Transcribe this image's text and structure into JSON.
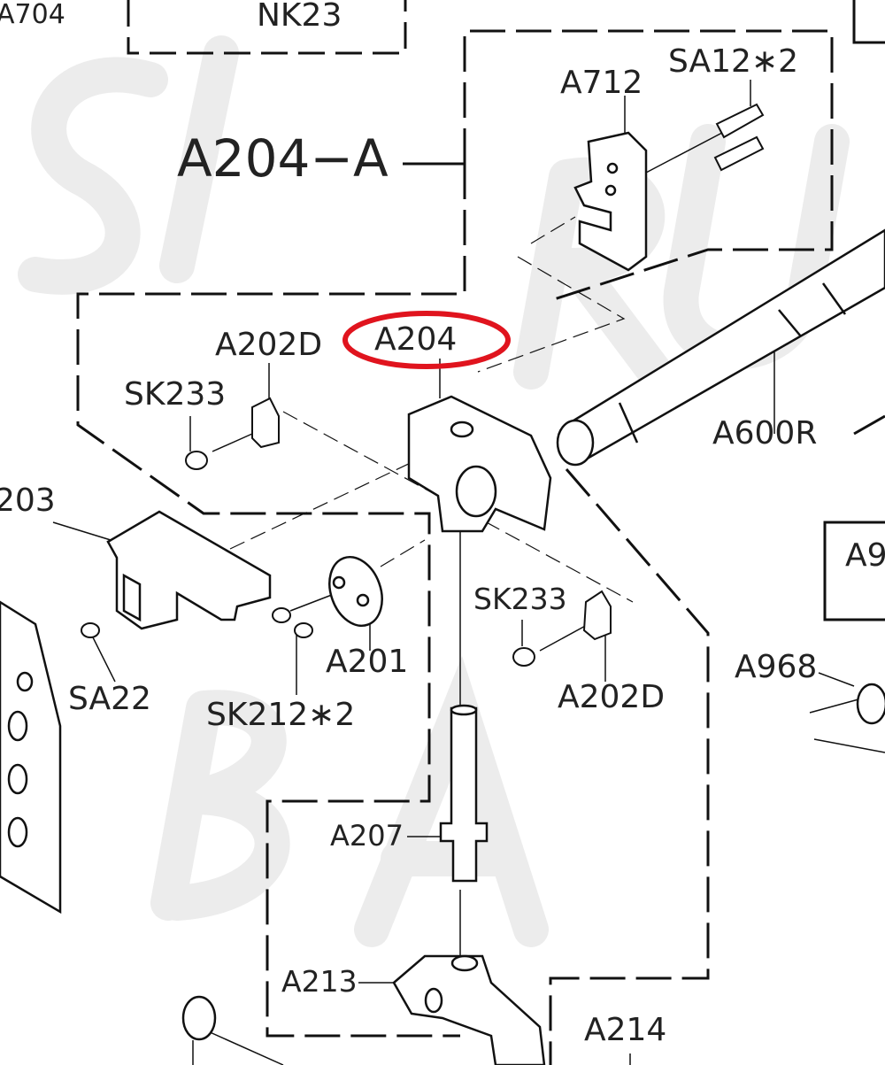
{
  "diagram": {
    "watermark": "SIRUBA",
    "highlight_color": "#e0141e",
    "labels": {
      "a704": "A704",
      "nk23": "NK23",
      "a204a": "A204−A",
      "a712": "A712",
      "sa12x2": "SA12∗2",
      "a202d_top": "A202D",
      "a204": "A204",
      "sk233_top": "SK233",
      "a600r": "A600R",
      "a203": "203",
      "sa22": "SA22",
      "a201": "A201",
      "sk212x2": "SK212∗2",
      "sk233_mid": "SK233",
      "a202d_mid": "A202D",
      "a968": "A968",
      "a9": "A9",
      "a207": "A207",
      "a213": "A213",
      "a214": "A214"
    }
  }
}
